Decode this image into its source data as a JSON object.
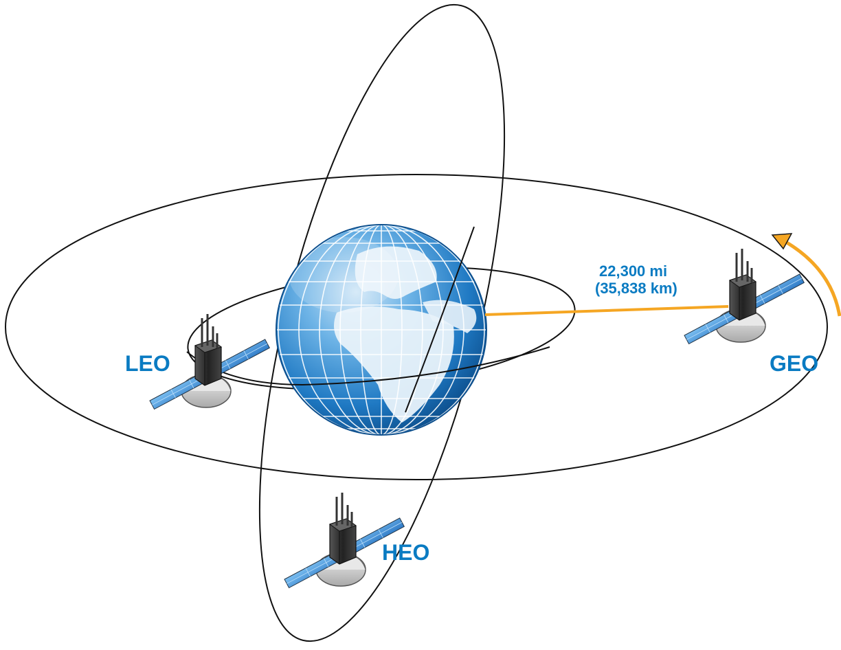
{
  "labels": {
    "leo": "LEO",
    "geo": "GEO",
    "heo": "HEO",
    "distance_mi": "22,300 mi",
    "distance_km": "(35,838 km)"
  },
  "colors": {
    "label_blue": "#0a7bc2",
    "distance_line": "#f5a623",
    "rotation_arrow": "#f5a623",
    "orbit_stroke": "#111111",
    "ocean": "#3a8fd0",
    "land": "#e9f2f9",
    "solar_panel": "#3f8fd8",
    "satellite_body": "#333333",
    "satellite_base": "#d6d6d6"
  },
  "icons": {
    "earth": "globe-icon",
    "satellite": "satellite-icon",
    "rotation": "curved-arrow-icon"
  }
}
